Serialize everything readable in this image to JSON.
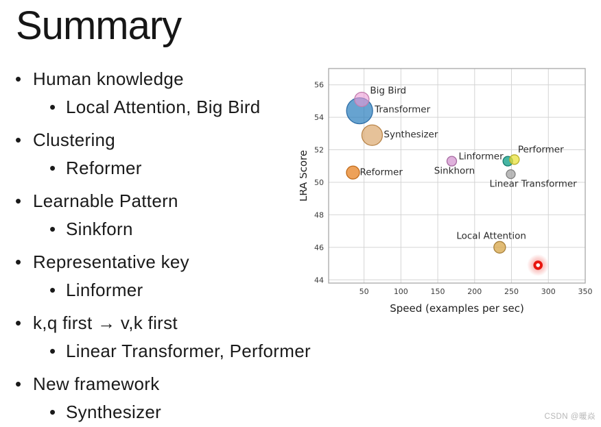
{
  "slide": {
    "title": "Summary",
    "bullet_char": "•",
    "bullets": [
      {
        "level": 1,
        "text": "Human knowledge"
      },
      {
        "level": 2,
        "text": "Local Attention, Big Bird"
      },
      {
        "level": 1,
        "text": "Clustering"
      },
      {
        "level": 2,
        "text": "Reformer"
      },
      {
        "level": 1,
        "text": "Learnable Pattern"
      },
      {
        "level": 2,
        "text": "Sinkforn"
      },
      {
        "level": 1,
        "text": "Representative key"
      },
      {
        "level": 2,
        "text": "Linformer"
      },
      {
        "level": 1,
        "text": "k,q first → v,k first"
      },
      {
        "level": 2,
        "text": "Linear Transformer, Performer"
      },
      {
        "level": 1,
        "text": "New framework"
      },
      {
        "level": 2,
        "text": "Synthesizer"
      }
    ],
    "watermark": "CSDN @暖焱"
  },
  "chart_data": {
    "type": "scatter",
    "title": "",
    "xlabel": "Speed (examples per sec)",
    "ylabel": "LRA Score",
    "xlim": [
      2,
      350
    ],
    "ylim": [
      43.8,
      57.0
    ],
    "xticks": [
      50,
      100,
      150,
      200,
      250,
      300,
      350
    ],
    "yticks": [
      44,
      46,
      48,
      50,
      52,
      54,
      56
    ],
    "grid": true,
    "legend": "none",
    "points": [
      {
        "label": "Transformer",
        "x": 44,
        "y": 54.4,
        "r": 19,
        "fill": "#2d7fbe",
        "fill_opacity": 0.72,
        "stroke": "#2d6da6",
        "label_dx": 22,
        "label_dy": -2,
        "anchor": "start"
      },
      {
        "label": "Big Bird",
        "x": 47,
        "y": 55.1,
        "r": 10.5,
        "fill": "#eb9ad6",
        "fill_opacity": 0.6,
        "stroke": "#c27eae",
        "label_dx": 12,
        "label_dy": -13,
        "anchor": "start"
      },
      {
        "label": "Synthesizer",
        "x": 61,
        "y": 52.9,
        "r": 15,
        "fill": "#ddab72",
        "fill_opacity": 0.72,
        "stroke": "#b9854a",
        "label_dx": 17,
        "label_dy": -1,
        "anchor": "start"
      },
      {
        "label": "Reformer",
        "x": 35,
        "y": 50.6,
        "r": 9.5,
        "fill": "#e98a30",
        "fill_opacity": 0.8,
        "stroke": "#c06a1a",
        "label_dx": 10,
        "label_dy": -1,
        "anchor": "start"
      },
      {
        "label": "Linformer",
        "x": 169,
        "y": 51.3,
        "r": 7,
        "fill": "#d393ce",
        "fill_opacity": 0.72,
        "stroke": "#a5699f",
        "label_dx": 10,
        "label_dy": -7,
        "anchor": "start"
      },
      {
        "label": "Sinkhorn",
        "x": 245,
        "y": 51.3,
        "r": 7,
        "fill": "#26a893",
        "fill_opacity": 0.85,
        "stroke": "#167a6c",
        "label_dx": -48,
        "label_dy": 14,
        "anchor": "end"
      },
      {
        "label": "Performer",
        "x": 254,
        "y": 51.4,
        "r": 7,
        "fill": "#eae23c",
        "fill_opacity": 0.75,
        "stroke": "#b8b030",
        "label_dx": 5,
        "label_dy": -15,
        "anchor": "start"
      },
      {
        "label": "Linear Transformer",
        "x": 249,
        "y": 50.5,
        "r": 6.5,
        "fill": "#a3a3a3",
        "fill_opacity": 0.75,
        "stroke": "#7f7f7f",
        "label_dx": -31,
        "label_dy": 14,
        "anchor": "start"
      },
      {
        "label": "Local Attention",
        "x": 234,
        "y": 46.0,
        "r": 8.5,
        "fill": "#d9a94e",
        "fill_opacity": 0.78,
        "stroke": "#a8803a",
        "label_dx": -63,
        "label_dy": -17,
        "anchor": "start"
      }
    ],
    "highlight": {
      "x": 286,
      "y": 44.9,
      "color": "#e8150d"
    }
  }
}
